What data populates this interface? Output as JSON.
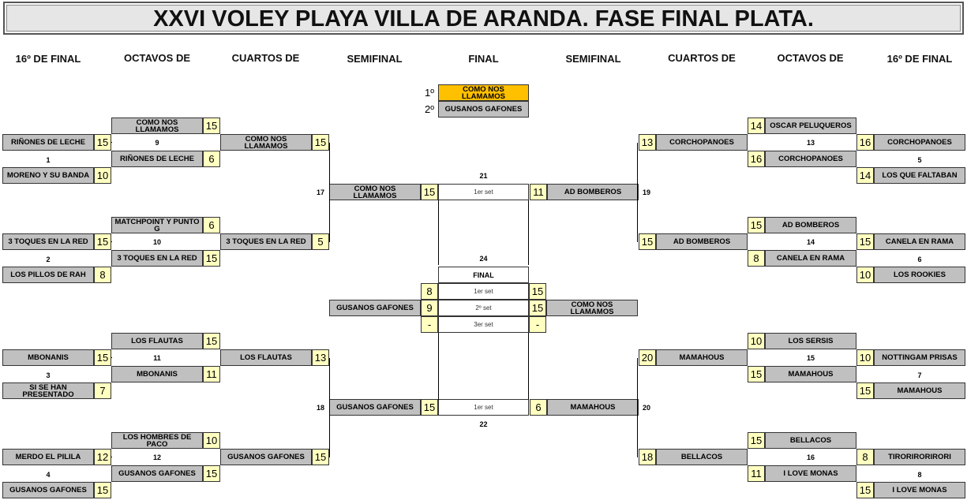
{
  "title": "XXVI VOLEY PLAYA VILLA DE ARANDA. FASE FINAL PLATA.",
  "headers": [
    "16º DE FINAL",
    "OCTAVOS DE",
    "CUARTOS DE",
    "SEMIFINAL",
    "FINAL",
    "SEMIFINAL",
    "CUARTOS DE",
    "OCTAVOS DE",
    "16º DE FINAL"
  ],
  "podium": {
    "first_label": "1º",
    "first_team": "COMO NOS LLAMAMOS",
    "second_label": "2º",
    "second_team": "GUSANOS GAFONES"
  },
  "left": {
    "r16": [
      {
        "team": "RIÑONES DE LECHE",
        "score": "15"
      },
      {
        "team": "MORENO Y SU BANDA",
        "score": "10"
      },
      {
        "team": "3 TOQUES EN LA RED",
        "score": "15"
      },
      {
        "team": "LOS PILLOS DE RAH",
        "score": "8"
      },
      {
        "team": "MBONANIS",
        "score": "15"
      },
      {
        "team": "SI SE HAN PRESENTADO",
        "score": "7"
      },
      {
        "team": "MERDO EL PILILA",
        "score": "12"
      },
      {
        "team": "GUSANOS GAFONES",
        "score": "15"
      }
    ],
    "r16_nums": [
      "1",
      "2",
      "3",
      "4"
    ],
    "oct": [
      {
        "team": "COMO NOS LLAMAMOS",
        "score": "15"
      },
      {
        "team": "RIÑONES DE LECHE",
        "score": "6"
      },
      {
        "team": "MATCHPOINT Y PUNTO G",
        "score": "6"
      },
      {
        "team": "3 TOQUES EN LA RED",
        "score": "15"
      },
      {
        "team": "LOS FLAUTAS",
        "score": "15"
      },
      {
        "team": "MBONANIS",
        "score": "11"
      },
      {
        "team": "LOS HOMBRES DE PACO",
        "score": "10"
      },
      {
        "team": "GUSANOS GAFONES",
        "score": "15"
      }
    ],
    "oct_nums": [
      "9",
      "10",
      "11",
      "12"
    ],
    "qf": [
      {
        "team": "COMO NOS LLAMAMOS",
        "score": "15"
      },
      {
        "team": "3 TOQUES EN LA RED",
        "score": "5"
      },
      {
        "team": "LOS FLAUTAS",
        "score": "13"
      },
      {
        "team": "GUSANOS GAFONES",
        "score": "15"
      }
    ],
    "qf_nums": [
      "17",
      "18"
    ],
    "sf": [
      {
        "team": "COMO NOS LLAMAMOS",
        "score": "15"
      },
      {
        "team": "GUSANOS GAFONES",
        "score": "15"
      }
    ]
  },
  "right": {
    "r16": [
      {
        "team": "CORCHOPANOES",
        "score": "16"
      },
      {
        "team": "LOS QUE FALTABAN",
        "score": "14"
      },
      {
        "team": "CANELA EN RAMA",
        "score": "15"
      },
      {
        "team": "LOS ROOKIES",
        "score": "10"
      },
      {
        "team": "NOTTINGAM PRISAS",
        "score": "10"
      },
      {
        "team": "MAMAHOUS",
        "score": "15"
      },
      {
        "team": "TIRORIRORIRORI",
        "score": "8"
      },
      {
        "team": "I LOVE MONAS",
        "score": "15"
      }
    ],
    "r16_nums": [
      "5",
      "6",
      "7",
      "8"
    ],
    "oct": [
      {
        "team": "OSCAR PELUQUEROS",
        "score": "14"
      },
      {
        "team": "CORCHOPANOES",
        "score": "16"
      },
      {
        "team": "AD BOMBEROS",
        "score": "15"
      },
      {
        "team": "CANELA EN RAMA",
        "score": "8"
      },
      {
        "team": "LOS SERSIS",
        "score": "10"
      },
      {
        "team": "MAMAHOUS",
        "score": "15"
      },
      {
        "team": "BELLACOS",
        "score": "15"
      },
      {
        "team": "I LOVE MONAS",
        "score": "11"
      }
    ],
    "oct_nums": [
      "13",
      "14",
      "15",
      "16"
    ],
    "qf": [
      {
        "team": "CORCHOPANOES",
        "score": "13"
      },
      {
        "team": "AD BOMBEROS",
        "score": "15"
      },
      {
        "team": "MAMAHOUS",
        "score": "20"
      },
      {
        "team": "BELLACOS",
        "score": "18"
      }
    ],
    "qf_nums": [
      "19",
      "20"
    ],
    "sf": [
      {
        "team": "AD BOMBEROS",
        "score": "11"
      },
      {
        "team": "MAMAHOUS",
        "score": "6"
      }
    ]
  },
  "semis": {
    "top_num": "21",
    "bottom_num": "22",
    "set_label": "1er set"
  },
  "final": {
    "num": "24",
    "label": "FINAL",
    "sets": [
      "1er set",
      "2º set",
      "3er set"
    ],
    "left_team": "GUSANOS GAFONES",
    "right_team": "COMO NOS LLAMAMOS",
    "left_scores": [
      "8",
      "9",
      "-"
    ],
    "right_scores": [
      "15",
      "15",
      "-"
    ]
  }
}
